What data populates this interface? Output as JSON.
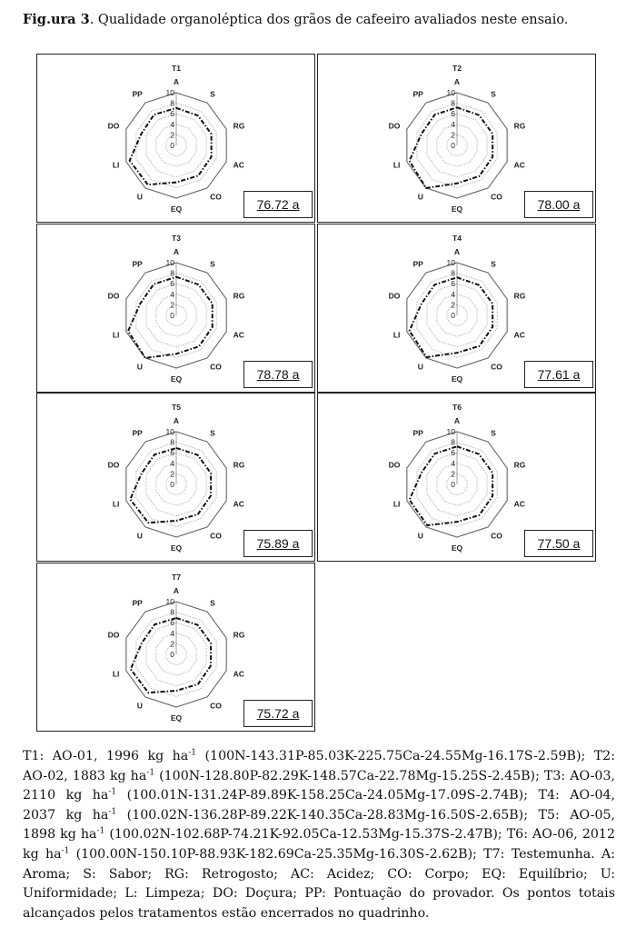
{
  "caption": {
    "label": "Fig.ura 3",
    "text": ". Qualidade organoléptica dos grãos de cafeeiro avaliados neste ensaio."
  },
  "chart_data": [
    {
      "type": "radar",
      "title": "T1",
      "categories": [
        "A",
        "S",
        "RG",
        "AC",
        "CO",
        "EQ",
        "U",
        "LI",
        "DO",
        "PP"
      ],
      "ticks": [
        "0",
        "2",
        "4",
        "6",
        "8",
        "10"
      ],
      "rlim": [
        0,
        10
      ],
      "score": "76.72 a",
      "values": [
        7.1,
        7.0,
        7.0,
        7.0,
        7.1,
        7.0,
        9.2,
        9.3,
        7.0,
        7.2
      ]
    },
    {
      "type": "radar",
      "title": "T2",
      "categories": [
        "A",
        "S",
        "RG",
        "AC",
        "CO",
        "EQ",
        "U",
        "LI",
        "DO",
        "PP"
      ],
      "ticks": [
        "0",
        "2",
        "4",
        "6",
        "8",
        "10"
      ],
      "rlim": [
        0,
        10
      ],
      "score": "78.00 a",
      "values": [
        7.2,
        7.1,
        7.1,
        7.1,
        7.2,
        7.2,
        10.0,
        9.5,
        7.1,
        7.2
      ]
    },
    {
      "type": "radar",
      "title": "T3",
      "categories": [
        "A",
        "S",
        "RG",
        "AC",
        "CO",
        "EQ",
        "U",
        "LI",
        "DO",
        "PP"
      ],
      "ticks": [
        "0",
        "2",
        "4",
        "6",
        "8",
        "10"
      ],
      "rlim": [
        0,
        10
      ],
      "score": "78.78 a",
      "values": [
        7.3,
        7.2,
        7.2,
        7.2,
        7.3,
        7.3,
        10.0,
        9.6,
        7.2,
        7.3
      ]
    },
    {
      "type": "radar",
      "title": "T4",
      "categories": [
        "A",
        "S",
        "RG",
        "AC",
        "CO",
        "EQ",
        "U",
        "LI",
        "DO",
        "PP"
      ],
      "ticks": [
        "0",
        "2",
        "4",
        "6",
        "8",
        "10"
      ],
      "rlim": [
        0,
        10
      ],
      "score": "77.61 a",
      "values": [
        7.2,
        7.1,
        7.1,
        7.1,
        7.2,
        7.1,
        9.8,
        9.5,
        7.1,
        7.2
      ]
    },
    {
      "type": "radar",
      "title": "T5",
      "categories": [
        "A",
        "S",
        "RG",
        "AC",
        "CO",
        "EQ",
        "U",
        "LI",
        "DO",
        "PP"
      ],
      "ticks": [
        "0",
        "2",
        "4",
        "6",
        "8",
        "10"
      ],
      "rlim": [
        0,
        10
      ],
      "score": "75.89 a",
      "values": [
        6.9,
        6.9,
        6.9,
        6.9,
        7.0,
        6.9,
        9.0,
        9.2,
        6.9,
        7.0
      ]
    },
    {
      "type": "radar",
      "title": "T6",
      "categories": [
        "A",
        "S",
        "RG",
        "AC",
        "CO",
        "EQ",
        "U",
        "LI",
        "DO",
        "PP"
      ],
      "ticks": [
        "0",
        "2",
        "4",
        "6",
        "8",
        "10"
      ],
      "rlim": [
        0,
        10
      ],
      "score": "77.50 a",
      "values": [
        7.2,
        7.1,
        7.1,
        7.1,
        7.2,
        7.1,
        9.6,
        9.5,
        7.1,
        7.2
      ]
    },
    {
      "type": "radar",
      "title": "T7",
      "categories": [
        "A",
        "S",
        "RG",
        "AC",
        "CO",
        "EQ",
        "U",
        "LI",
        "DO",
        "PP"
      ],
      "ticks": [
        "0",
        "2",
        "4",
        "6",
        "8",
        "10"
      ],
      "rlim": [
        0,
        10
      ],
      "score": "75.72 a",
      "values": [
        6.9,
        6.9,
        6.9,
        6.9,
        7.0,
        6.9,
        9.0,
        9.1,
        6.9,
        7.0
      ]
    }
  ],
  "footnote": {
    "t1": "T1: AO-01, 1996 kg ha",
    "t1b": " (100N-143.31P-85.03K-225.75Ca-24.55Mg-16.17S-2.59B); T2: AO-02, 1883 kg ha",
    "t2b": " (100N-128.80P-82.29K-148.57Ca-22.78Mg-15.25S-2.45B); T3: AO-03, 2110 kg ha",
    "t3b": " (100.01N-131.24P-89.89K-158.25Ca-24.05Mg-17.09S-2.74B); T4: AO-04, 2037 kg ha",
    "t4b": " (100.02N-136.28P-89.22K-140.35Ca-28.83Mg-16.50S-2.65B); T5: AO-05, 1898 kg ha",
    "t5b": " (100.02N-102.68P-74.21K-92.05Ca-12.53Mg-15.37S-2.47B); T6: AO-06, 2012 kg ha",
    "t6b": " (100.00N-150.10P-88.93K-182.69Ca-25.35Mg-16.30S-2.62B); T7: Testemunha. A: Aroma; S: Sabor; RG: Retrogosto; AC: Acidez; CO: Corpo; EQ: Equilíbrio; U: Uniformidade; L: Limpeza; DO: Doçura; PP: Pontuação do provador. Os pontos totais alcançados pelos tratamentos estão encerrados no quadrinho.",
    "sup": "-1"
  }
}
